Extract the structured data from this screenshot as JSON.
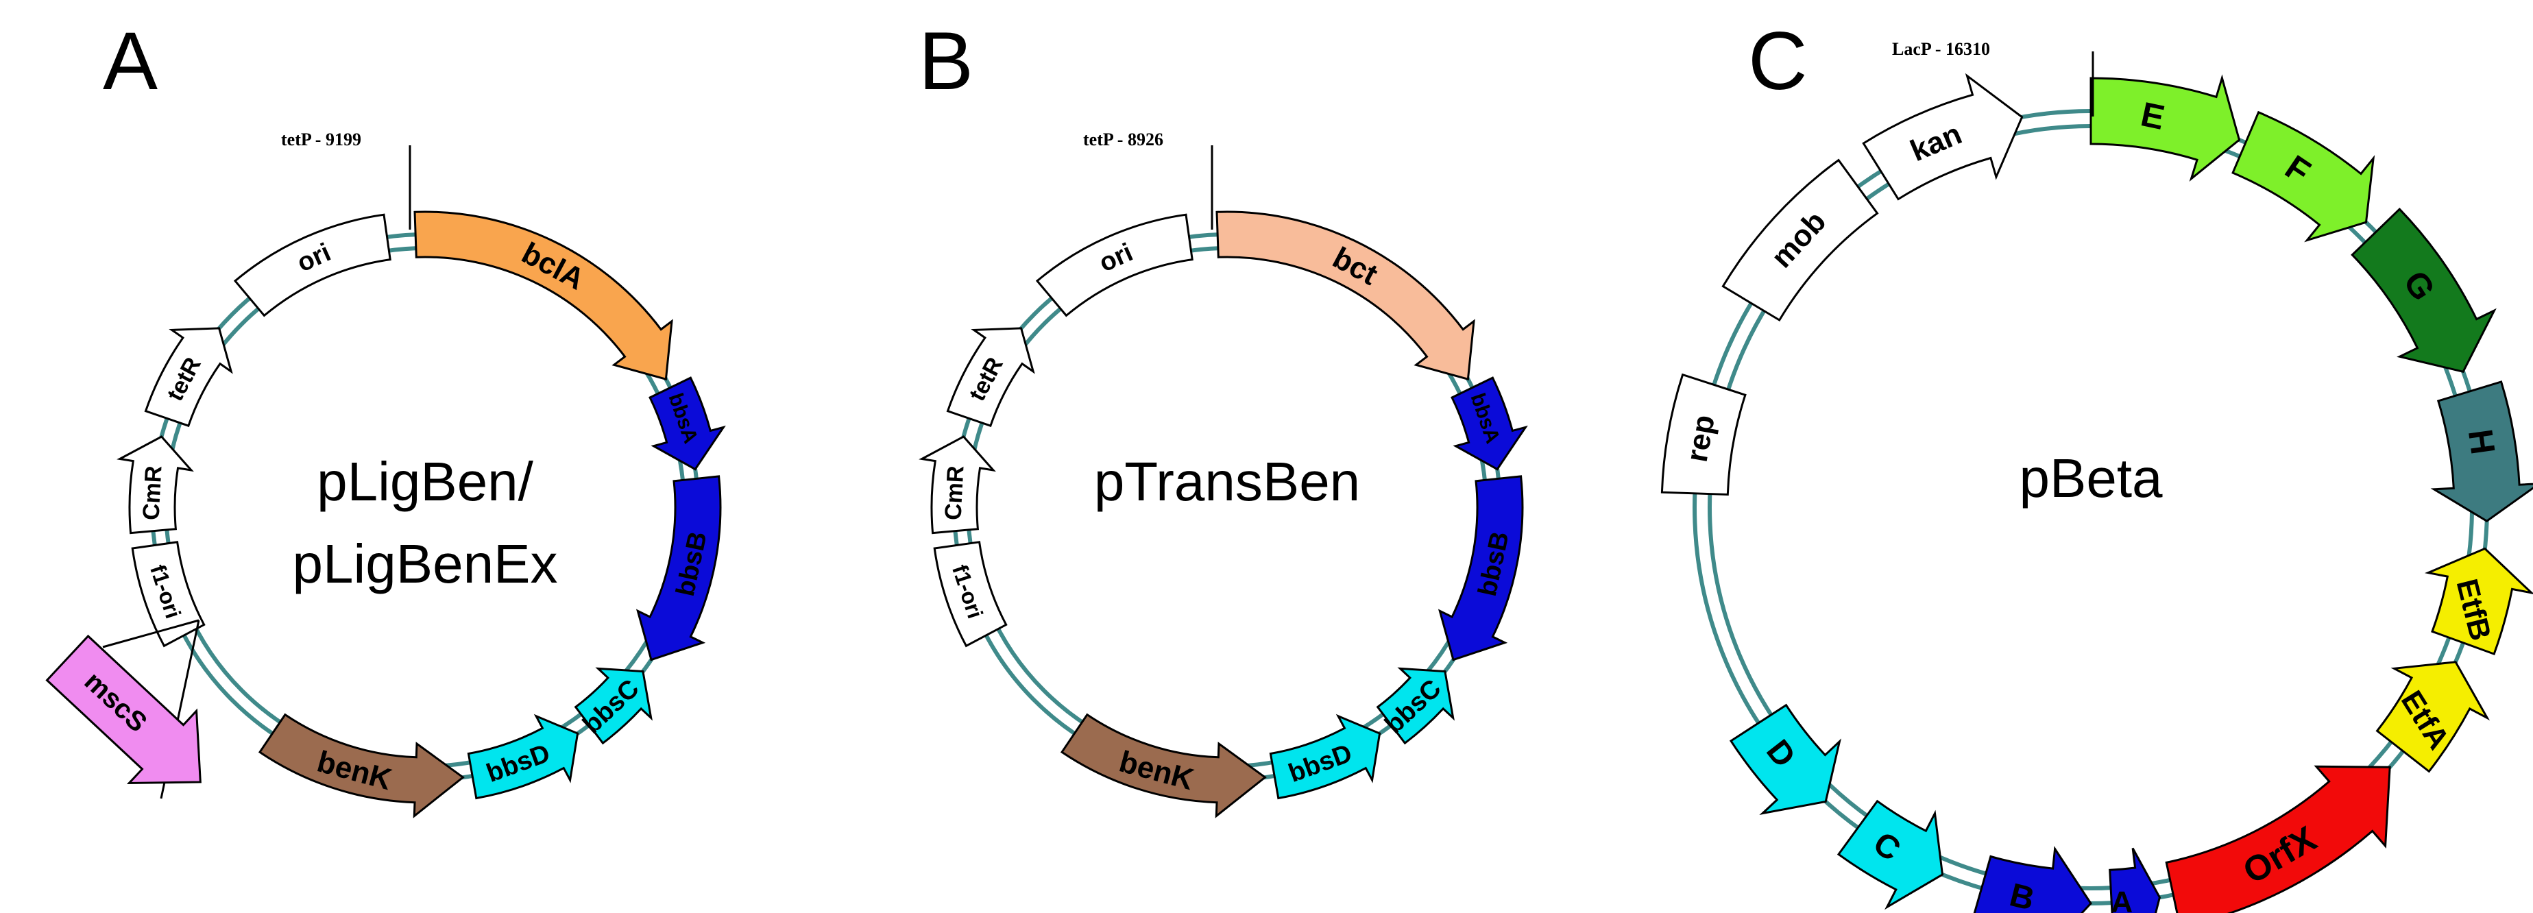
{
  "panels": [
    {
      "letter": "A",
      "name_lines": [
        "pLigBen/",
        "pLigBenEx"
      ],
      "promoter": "tetP - 9199",
      "genes": [
        "bclA",
        "bbsA",
        "bbsB",
        "bbsC",
        "bbsD",
        "benK",
        "f1-ori",
        "CmR",
        "tetR",
        "ori"
      ],
      "external_gene": "mscS"
    },
    {
      "letter": "B",
      "name_lines": [
        "pTransBen"
      ],
      "promoter": "tetP - 8926",
      "genes": [
        "bct",
        "bbsA",
        "bbsB",
        "bbsC",
        "bbsD",
        "benK",
        "f1-ori",
        "CmR",
        "tetR",
        "ori"
      ]
    },
    {
      "letter": "C",
      "name_lines": [
        "pBeta"
      ],
      "promoter": "LacP - 16310",
      "genes": [
        "E",
        "F",
        "G",
        "H",
        "EtfB",
        "EtfA",
        "OrfX",
        "A",
        "B",
        "C",
        "D",
        "rep",
        "mob",
        "kan"
      ]
    }
  ],
  "colors": {
    "ring": "#3f8a8a",
    "bclA": "#f9a54e",
    "bct": "#f8bc9a",
    "bbs": "#0b0bd8",
    "bbsCD": "#00e5ee",
    "benK": "#9b6b4f",
    "white": "#ffffff",
    "mscS": "#f08cf0",
    "E": "#7ef02a",
    "F": "#7ef02a",
    "G": "#137a1d",
    "H": "#3d7b80",
    "etf": "#f5ee00",
    "OrfX": "#f20a0a",
    "AB": "#0b0bd8",
    "CD": "#00e5ee"
  }
}
